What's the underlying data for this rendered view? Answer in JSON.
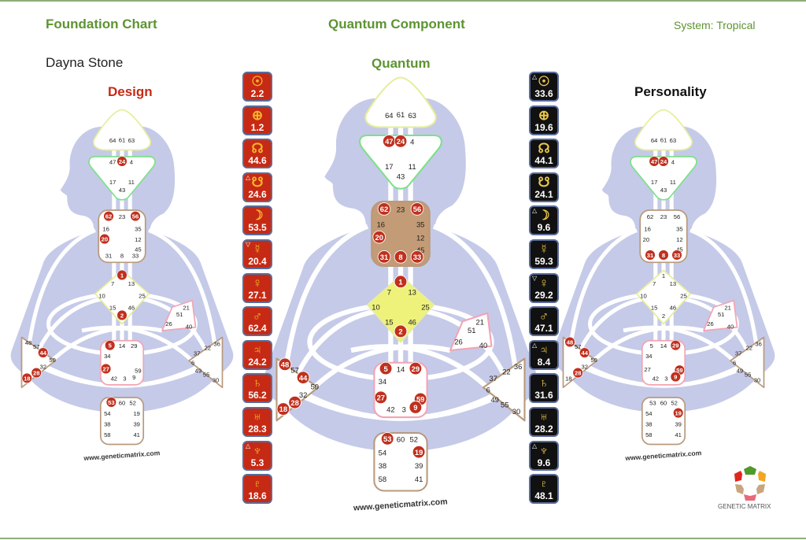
{
  "header": {
    "left_title": "Foundation Chart",
    "center_title": "Quantum Component",
    "system": "System: Tropical"
  },
  "person_name": "Dayna Stone",
  "charts": {
    "design_label": "Design",
    "quantum_label": "Quantum",
    "personality_label": "Personality",
    "watermark": "www.geneticmatrix.com"
  },
  "colors": {
    "title_green": "#5d9431",
    "design_red": "#c62a14",
    "personality_black": "#111111",
    "body_lavender": "#c5cae8",
    "g_center_fill": "#eef27a",
    "throat_fill": "#c39b76"
  },
  "design_planets": [
    {
      "planet": "sun-icon",
      "glyph": "☉",
      "value": "2.2",
      "marker": ""
    },
    {
      "planet": "earth-icon",
      "glyph": "⊕",
      "value": "1.2",
      "marker": ""
    },
    {
      "planet": "north-node-icon",
      "glyph": "☊",
      "value": "44.6",
      "marker": ""
    },
    {
      "planet": "south-node-icon",
      "glyph": "☋",
      "value": "24.6",
      "marker": "△"
    },
    {
      "planet": "moon-icon",
      "glyph": "☽",
      "value": "53.5",
      "marker": ""
    },
    {
      "planet": "mercury-icon",
      "glyph": "☿",
      "value": "20.4",
      "marker": "▽"
    },
    {
      "planet": "venus-icon",
      "glyph": "♀",
      "value": "27.1",
      "marker": ""
    },
    {
      "planet": "mars-icon",
      "glyph": "♂",
      "value": "62.4",
      "marker": ""
    },
    {
      "planet": "jupiter-icon",
      "glyph": "♃",
      "value": "24.2",
      "marker": ""
    },
    {
      "planet": "saturn-icon",
      "glyph": "♄",
      "value": "56.2",
      "marker": ""
    },
    {
      "planet": "uranus-icon",
      "glyph": "♅",
      "value": "28.3",
      "marker": ""
    },
    {
      "planet": "neptune-icon",
      "glyph": "♆",
      "value": "5.3",
      "marker": "△"
    },
    {
      "planet": "pluto-icon",
      "glyph": "♇",
      "value": "18.6",
      "marker": ""
    }
  ],
  "personality_planets": [
    {
      "planet": "sun-icon",
      "glyph": "☉",
      "value": "33.6",
      "marker": "△"
    },
    {
      "planet": "earth-icon",
      "glyph": "⊕",
      "value": "19.6",
      "marker": ""
    },
    {
      "planet": "north-node-icon",
      "glyph": "☊",
      "value": "44.1",
      "marker": ""
    },
    {
      "planet": "south-node-icon",
      "glyph": "☋",
      "value": "24.1",
      "marker": ""
    },
    {
      "planet": "moon-icon",
      "glyph": "☽",
      "value": "9.6",
      "marker": "△"
    },
    {
      "planet": "mercury-icon",
      "glyph": "☿",
      "value": "59.3",
      "marker": ""
    },
    {
      "planet": "venus-icon",
      "glyph": "♀",
      "value": "29.2",
      "marker": "▽"
    },
    {
      "planet": "mars-icon",
      "glyph": "♂",
      "value": "47.1",
      "marker": ""
    },
    {
      "planet": "jupiter-icon",
      "glyph": "♃",
      "value": "8.4",
      "marker": "△"
    },
    {
      "planet": "saturn-icon",
      "glyph": "♄",
      "value": "31.6",
      "marker": ""
    },
    {
      "planet": "uranus-icon",
      "glyph": "♅",
      "value": "28.2",
      "marker": ""
    },
    {
      "planet": "neptune-icon",
      "glyph": "♆",
      "value": "9.6",
      "marker": "△"
    },
    {
      "planet": "pluto-icon",
      "glyph": "♇",
      "value": "48.1",
      "marker": ""
    }
  ],
  "gates": {
    "head": [
      "64",
      "61",
      "63"
    ],
    "ajna": [
      "47",
      "24",
      "4",
      "17",
      "11",
      "43"
    ],
    "throat": [
      "62",
      "23",
      "56",
      "16",
      "35",
      "20",
      "12",
      "45",
      "31",
      "8",
      "33"
    ],
    "g": [
      "1",
      "7",
      "13",
      "10",
      "25",
      "15",
      "46",
      "2"
    ],
    "heart": [
      "21",
      "51",
      "26",
      "40"
    ],
    "spleen": [
      "48",
      "57",
      "44",
      "50",
      "32",
      "28",
      "18"
    ],
    "sacral": [
      "5",
      "14",
      "29",
      "34",
      "27",
      "59",
      "42",
      "3",
      "9"
    ],
    "solar_plexus": [
      "36",
      "22",
      "37",
      "6",
      "49",
      "55",
      "30"
    ],
    "root": [
      "53",
      "60",
      "52",
      "54",
      "19",
      "38",
      "39",
      "58",
      "41"
    ]
  },
  "activated": {
    "design": [
      "24",
      "62",
      "56",
      "20",
      "1",
      "2",
      "5",
      "27",
      "53",
      "44",
      "28",
      "18"
    ],
    "personality": [
      "47",
      "24",
      "31",
      "8",
      "33",
      "29",
      "59",
      "9",
      "48",
      "44",
      "28",
      "19"
    ]
  },
  "logo": {
    "text": "GENETIC MATRIX",
    "colors": [
      "#4f9a2a",
      "#f2a623",
      "#c9a57e",
      "#e86a7a",
      "#c9a57e",
      "#e0261c"
    ]
  }
}
